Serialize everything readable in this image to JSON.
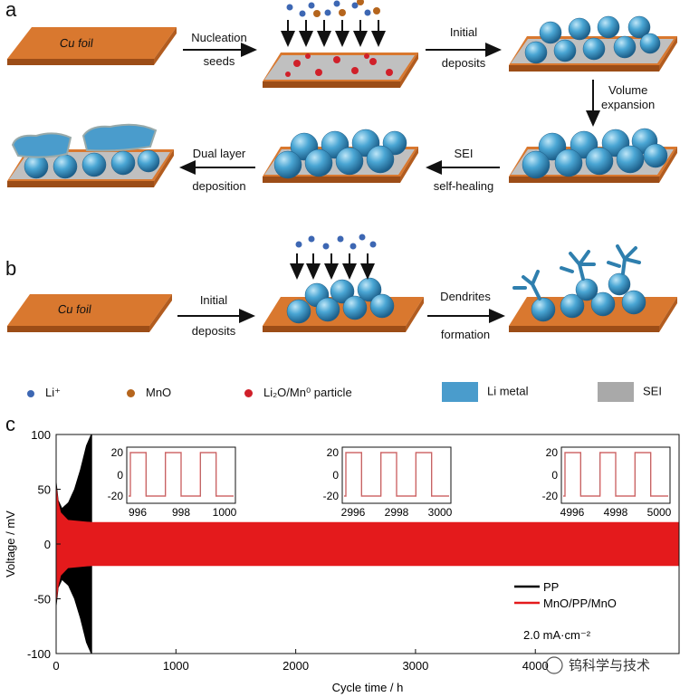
{
  "panel_a": {
    "letter": "a",
    "cu_foil": "Cu foil",
    "steps": [
      {
        "line1": "Nucleation",
        "line2": "seeds"
      },
      {
        "line1": "Initial",
        "line2": "deposits"
      },
      {
        "line1": "Volume",
        "line2": "expansion"
      },
      {
        "line1": "SEI",
        "line2": "self-healing"
      },
      {
        "line1": "Dual layer",
        "line2": "deposition"
      }
    ]
  },
  "panel_b": {
    "letter": "b",
    "cu_foil": "Cu foil",
    "steps": [
      {
        "line1": "Initial",
        "line2": "deposits"
      },
      {
        "line1": "Dendrites",
        "line2": "formation"
      }
    ]
  },
  "legend": {
    "items": [
      {
        "label": "Li⁺",
        "color": "#3d67b3",
        "shape": "dot"
      },
      {
        "label": "MnO",
        "color": "#b5651d",
        "shape": "dot"
      },
      {
        "label": "Li₂O/Mn⁰ particle",
        "color": "#d0202a",
        "shape": "dot"
      },
      {
        "label": "Li metal",
        "color": "#4a9ccc",
        "shape": "box"
      },
      {
        "label": "SEI",
        "color": "#a9a9a9",
        "shape": "box"
      }
    ]
  },
  "panel_c": {
    "letter": "c",
    "current_density": "2.0 mA·cm⁻²",
    "watermark": "钨科学与技术",
    "chart_data": {
      "type": "line",
      "xlabel": "Cycle time / h",
      "ylabel": "Voltage / mV",
      "xlim": [
        0,
        5200
      ],
      "ylim": [
        -100,
        100
      ],
      "xticks": [
        0,
        1000,
        2000,
        3000,
        4000
      ],
      "yticks": [
        100,
        50,
        0,
        -50,
        -100
      ],
      "legend_position": "right",
      "series": [
        {
          "name": "PP",
          "color": "#000000",
          "envelope_x": [
            0,
            20,
            50,
            100,
            150,
            200,
            250,
            290,
            300
          ],
          "envelope_amp": [
            60,
            40,
            33,
            38,
            50,
            68,
            90,
            100,
            100
          ],
          "note_end_x": 300
        },
        {
          "name": "MnO/PP/MnO",
          "color": "#e41a1c",
          "envelope_x": [
            0,
            30,
            100,
            300,
            5200
          ],
          "envelope_amp": [
            55,
            30,
            22,
            20,
            20
          ]
        }
      ],
      "insets": [
        {
          "xticks": [
            "996",
            "998",
            "1000"
          ],
          "yticks": [
            "20",
            "0",
            "-20"
          ]
        },
        {
          "xticks": [
            "2996",
            "2998",
            "3000"
          ],
          "yticks": [
            "20",
            "0",
            "-20"
          ]
        },
        {
          "xticks": [
            "4996",
            "4998",
            "5000"
          ],
          "yticks": [
            "20",
            "0",
            "-20"
          ]
        }
      ]
    }
  }
}
